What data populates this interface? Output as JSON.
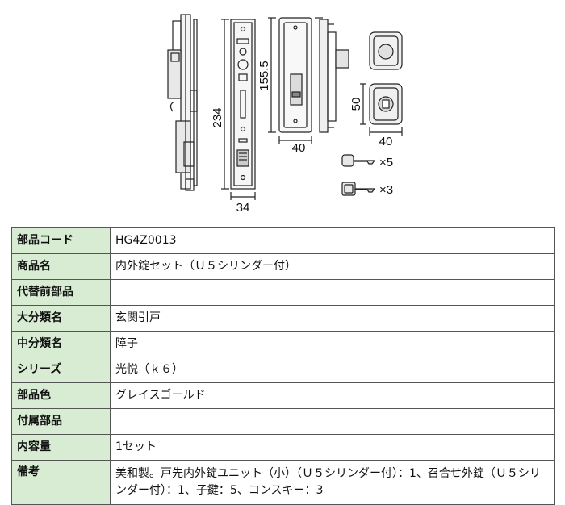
{
  "figure": {
    "dimensions": {
      "height_total": "234",
      "height_body": "155.5",
      "width_plate": "34",
      "width_body": "40",
      "height_cylinder": "50",
      "width_cylinder": "40"
    },
    "keys": [
      {
        "icon": "child-key-icon",
        "qty": "×5"
      },
      {
        "icon": "construction-key-icon",
        "qty": "×3"
      }
    ]
  },
  "spec": {
    "rows": [
      {
        "label": "部品コード",
        "value": "HG4Z0013"
      },
      {
        "label": "商品名",
        "value": "内外錠セット（Ｕ５シリンダー付）"
      },
      {
        "label": "代替前部品",
        "value": ""
      },
      {
        "label": "大分類名",
        "value": "玄関引戸"
      },
      {
        "label": "中分類名",
        "value": "障子"
      },
      {
        "label": "シリーズ",
        "value": "光悦（ｋ６）"
      },
      {
        "label": "部品色",
        "value": "グレイスゴールド"
      },
      {
        "label": "付属部品",
        "value": ""
      },
      {
        "label": "内容量",
        "value": "1セット"
      },
      {
        "label": "備考",
        "value": "美和製。戸先内外錠ユニット（小）（Ｕ５シリンダー付）：1、召合せ外錠（Ｕ５シリンダー付）：1、子鍵：5、コンスキー：3"
      }
    ]
  }
}
